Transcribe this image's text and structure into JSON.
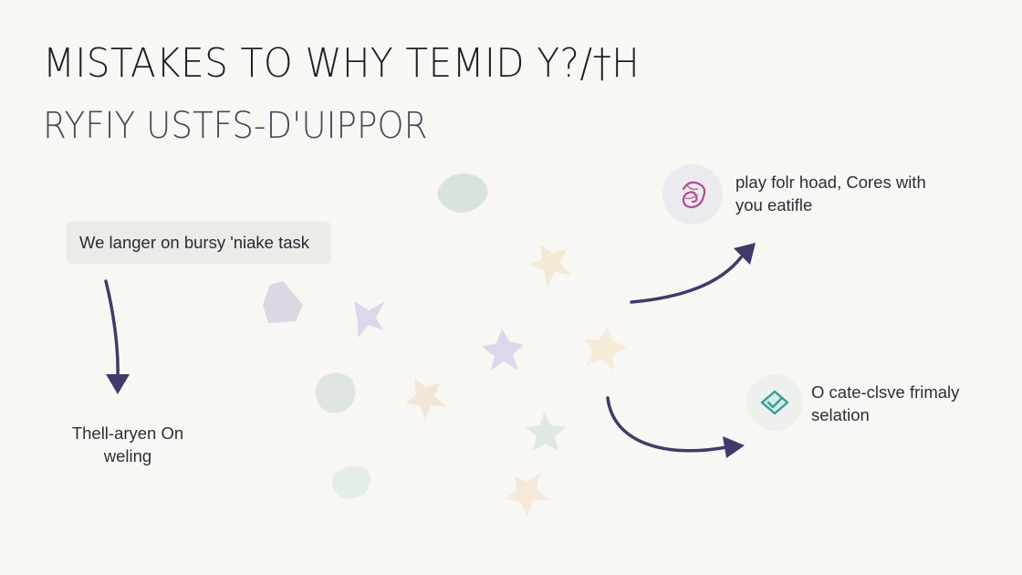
{
  "heading": {
    "title": "MISTAKES TO WHY TEMID Y?/†H",
    "subtitle": "RYFIY USTFS-D'UIPPOR"
  },
  "flow": {
    "start_task": "We langer on bursy 'niake task",
    "left_outcome": [
      "Thell-aryen On",
      "weling"
    ],
    "top_outcome": [
      "play folr hoad, Cores with",
      "you eatifle"
    ],
    "bottom_outcome": [
      "O cate-clsve frimaly",
      "selation"
    ]
  },
  "icons": {
    "top_outcome_icon": "scribble-blob-icon",
    "bottom_outcome_icon": "check-badge-icon",
    "arrows": [
      "arrow-down-icon",
      "arrow-up-right-icon",
      "arrow-down-right-icon"
    ],
    "decorations": [
      "faded-petal-shapes"
    ]
  },
  "colors": {
    "background": "#f8f7f3",
    "arrow": "#3f3b6b",
    "top_icon": "#b04e8e",
    "bottom_icon": "#3a9e93"
  }
}
